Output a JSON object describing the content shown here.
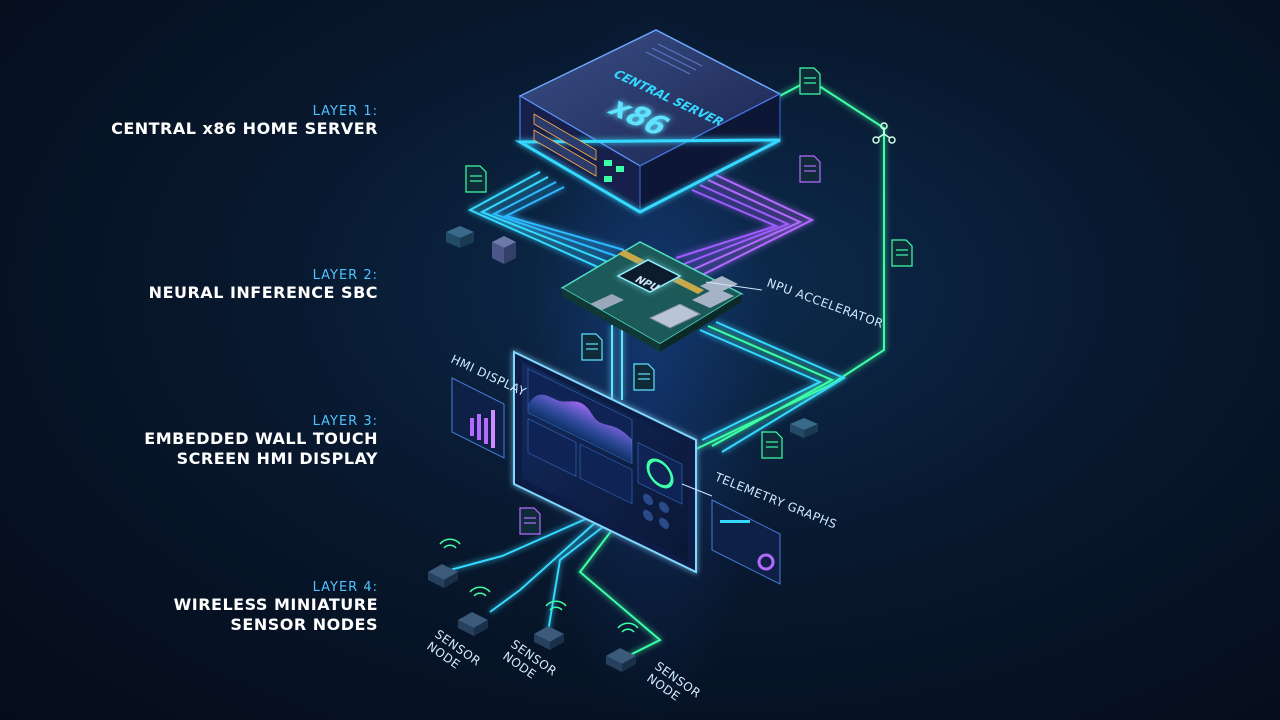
{
  "layers": [
    {
      "num": "LAYER 1:",
      "title_lines": [
        "CENTRAL x86 HOME SERVER"
      ]
    },
    {
      "num": "LAYER 2:",
      "title_lines": [
        "NEURAL INFERENCE SBC"
      ]
    },
    {
      "num": "LAYER 3:",
      "title_lines": [
        "EMBEDDED WALL TOUCH",
        "SCREEN HMI DISPLAY"
      ]
    },
    {
      "num": "LAYER 4:",
      "title_lines": [
        "WIRELESS MINIATURE",
        "SENSOR NODES"
      ]
    }
  ],
  "server": {
    "label": "CENTRAL SERVER",
    "arch": "x86"
  },
  "sbc": {
    "chip": "NPU"
  },
  "callouts": {
    "npu": "NPU ACCELERATOR",
    "hmi": "HMI DISPLAY",
    "telemetry": "TELEMETRY GRAPHS",
    "sensor_node": [
      "SENSOR",
      "NODE"
    ]
  },
  "colors": {
    "cyan": "#34d8ff",
    "blue": "#2f8cff",
    "purple": "#b36bff",
    "green": "#3dffa8",
    "accent_text": "#4fc3ff"
  },
  "icons": [
    "document-icon",
    "network-hub-icon",
    "wifi-icon",
    "sensor-node-icon",
    "cube-icon"
  ]
}
